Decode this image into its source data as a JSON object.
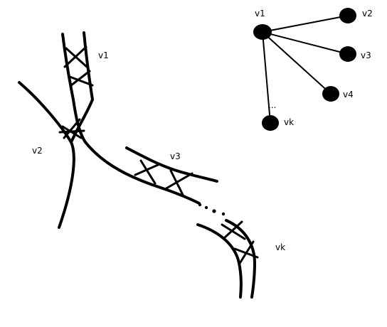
{
  "left_diagram": {
    "labels": {
      "v1": "v1",
      "v2": "v2",
      "v3": "v3",
      "vk": "vk"
    }
  },
  "star_graph": {
    "center_label": "v1",
    "leaves": [
      {
        "id": "v2",
        "label": "v2"
      },
      {
        "id": "v3",
        "label": "v3"
      },
      {
        "id": "v4",
        "label": "v4"
      },
      {
        "id": "vk",
        "label": "vk"
      }
    ],
    "ellipsis": "..."
  }
}
